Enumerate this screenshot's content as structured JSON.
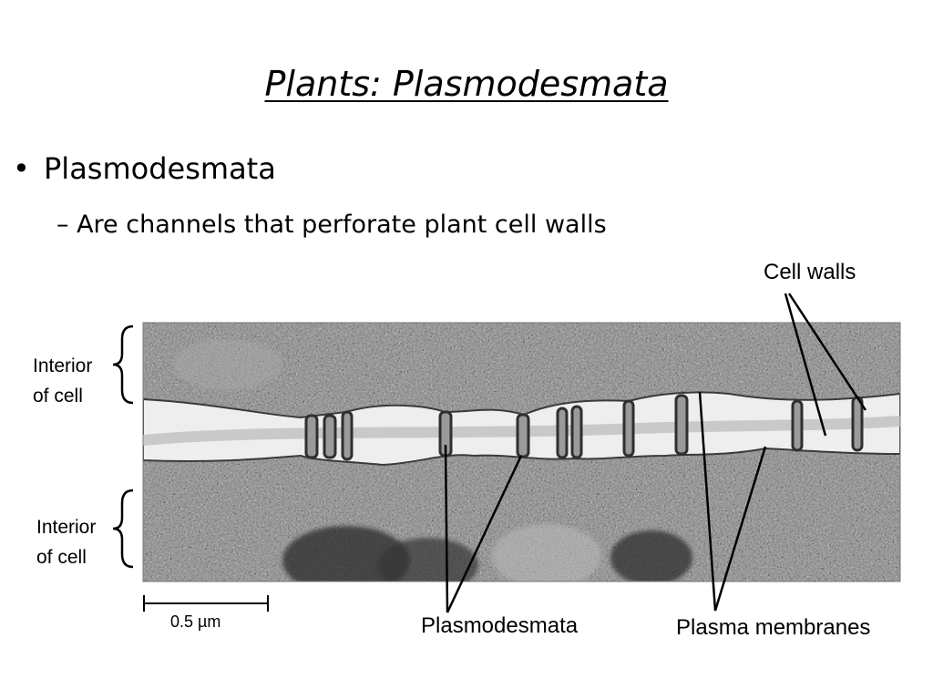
{
  "slide": {
    "title": "Plants: Plasmodesmata",
    "bullet": "Plasmodesmata",
    "bullet_marker": "•",
    "sub_bullet": "– Are channels that perforate plant cell walls"
  },
  "figure": {
    "labels": {
      "cell_walls": "Cell walls",
      "interior_top_line1": "Interior",
      "interior_top_line2": "of cell",
      "interior_bottom_line1": "Interior",
      "interior_bottom_line2": "of cell",
      "plasmodesmata": "Plasmodesmata",
      "plasma_membranes": "Plasma membranes",
      "scale_bar": "0.5 µm"
    },
    "colors": {
      "line": "#000000",
      "cytoplasm": "#8a8a8a",
      "wall": "#e6e6e6"
    }
  }
}
